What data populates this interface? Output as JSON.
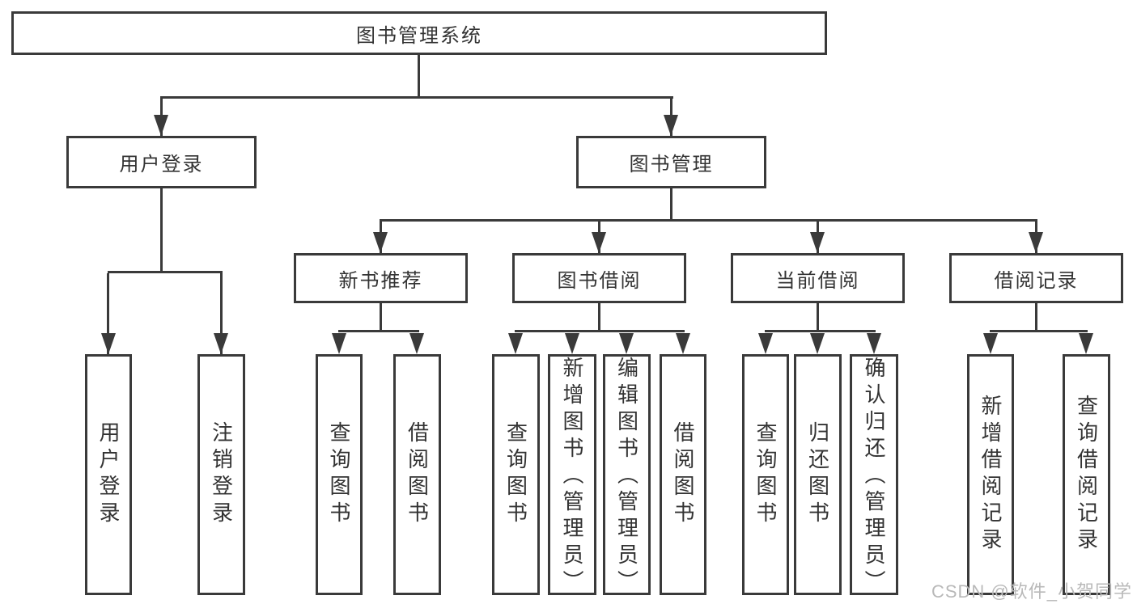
{
  "diagram": {
    "root": "图书管理系统",
    "user_login": {
      "label": "用户登录",
      "children": [
        "用户登录",
        "注销登录"
      ]
    },
    "book_mgmt": {
      "label": "图书管理",
      "new_books": {
        "label": "新书推荐",
        "children": [
          "查询图书",
          "借阅图书"
        ]
      },
      "borrow": {
        "label": "图书借阅",
        "children": [
          "查询图书",
          "新增图书（管理员）",
          "编辑图书（管理员）",
          "借阅图书"
        ]
      },
      "current": {
        "label": "当前借阅",
        "children": [
          "查询图书",
          "归还图书",
          "确认归还（管理员）"
        ]
      },
      "records": {
        "label": "借阅记录",
        "children": [
          "新增借阅记录",
          "查询借阅记录"
        ]
      }
    }
  },
  "watermark": "CSDN @软件_小贺同学",
  "colors": {
    "line": "#3a3a3a",
    "text": "#333333",
    "watermark": "#b9b9b9",
    "background": "#ffffff"
  }
}
